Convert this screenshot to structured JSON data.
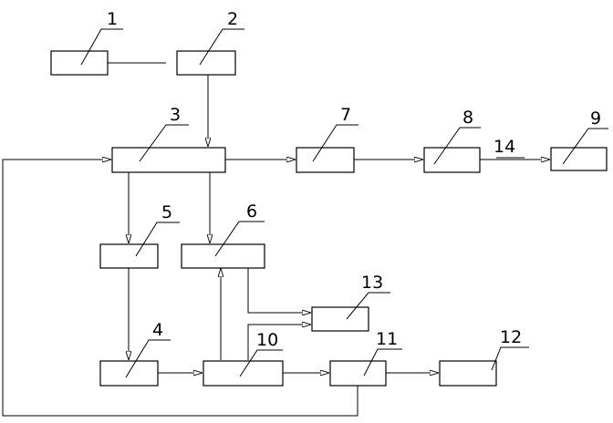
{
  "diagram": {
    "labels": {
      "n1": "1",
      "n2": "2",
      "n3": "3",
      "n4": "4",
      "n5": "5",
      "n6": "6",
      "n7": "7",
      "n8": "8",
      "n9": "9",
      "n10": "10",
      "n11": "11",
      "n12": "12",
      "n13": "13",
      "n14": "14"
    }
  }
}
